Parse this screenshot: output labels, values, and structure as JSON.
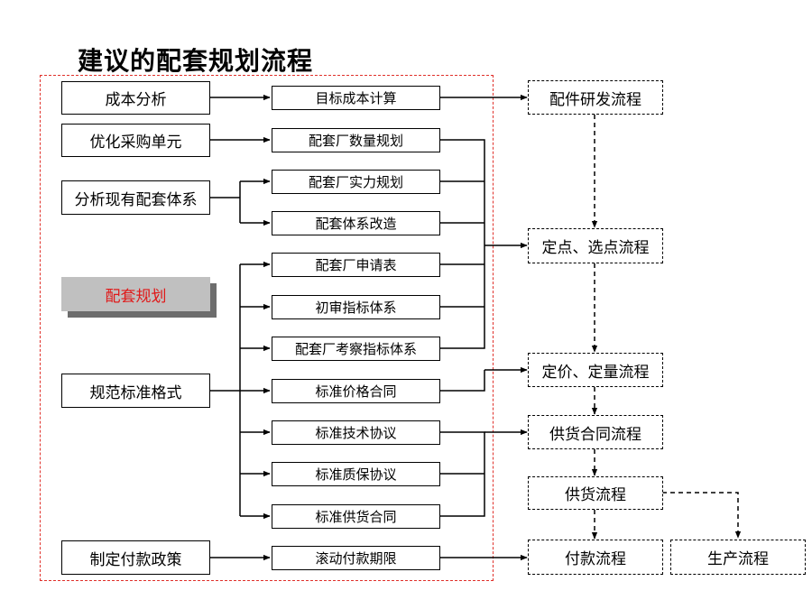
{
  "title": "建议的配套规划流程",
  "left_boxes": {
    "cost_analysis": "成本分析",
    "optimize_purchase": "优化采购单元",
    "analyze_system": "分析现有配套体系",
    "supply_planning": "配套规划",
    "standardize_format": "规范标准格式",
    "payment_policy": "制定付款政策"
  },
  "middle_boxes": {
    "target_cost": "目标成本计算",
    "quantity_plan": "配套厂数量规划",
    "strength_plan": "配套厂实力规划",
    "system_reform": "配套体系改造",
    "application_form": "配套厂申请表",
    "review_index": "初审指标体系",
    "inspection_index": "配套厂考察指标体系",
    "price_contract": "标准价格合同",
    "tech_agreement": "标准技术协议",
    "quality_agreement": "标准质保协议",
    "supply_contract": "标准供货合同",
    "rolling_payment": "滚动付款期限"
  },
  "right_boxes": {
    "parts_dev": "配件研发流程",
    "site_selection": "定点、选点流程",
    "pricing": "定价、定量流程",
    "supply_contract_flow": "供货合同流程",
    "supply_flow": "供货流程",
    "payment_flow": "付款流程",
    "production_flow": "生产流程"
  },
  "colors": {
    "frame": "#e0302a",
    "highlight_text": "#e01818",
    "highlight_fill": "#c0c0c0"
  }
}
